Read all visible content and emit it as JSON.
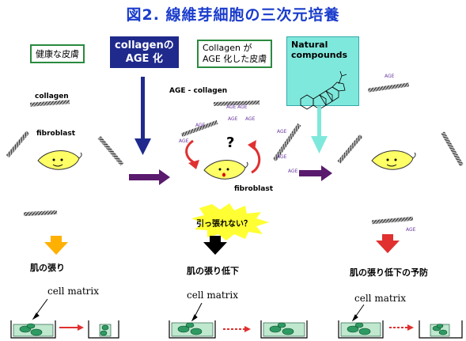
{
  "title": "図2. 線維芽細胞の三次元培養",
  "panels": {
    "healthy": {
      "label": "健康な皮膚"
    },
    "cause": {
      "line1": "collagenの",
      "line2": "AGE 化"
    },
    "aged": {
      "line1": "Collagen が",
      "line2": "AGE 化した皮膚"
    },
    "natural": {
      "line1": "Natural",
      "line2": "compounds"
    }
  },
  "labels": {
    "collagen": "collagen",
    "fibroblast_left": "fibroblast",
    "age_collagen": "AGE - collagen",
    "fibroblast_mid": "fibroblast",
    "question": "?",
    "burst": "引っ張れない？",
    "age_tag": "AGE"
  },
  "outcomes": {
    "left": "肌の張り",
    "mid": "肌の張り低下",
    "right": "肌の張り低下の予防"
  },
  "cell_matrix": "cell matrix",
  "colors": {
    "title": "#1a3ccc",
    "navy": "#1f2a8c",
    "cyan": "#7fe8dc",
    "cell_yellow": "#ffff66",
    "arrow_purple": "#5a1a6e",
    "arrow_red": "#e03030",
    "arrow_orange": "#ffb000",
    "arrow_black": "#000000",
    "matrix_green": "#2e9a62"
  }
}
